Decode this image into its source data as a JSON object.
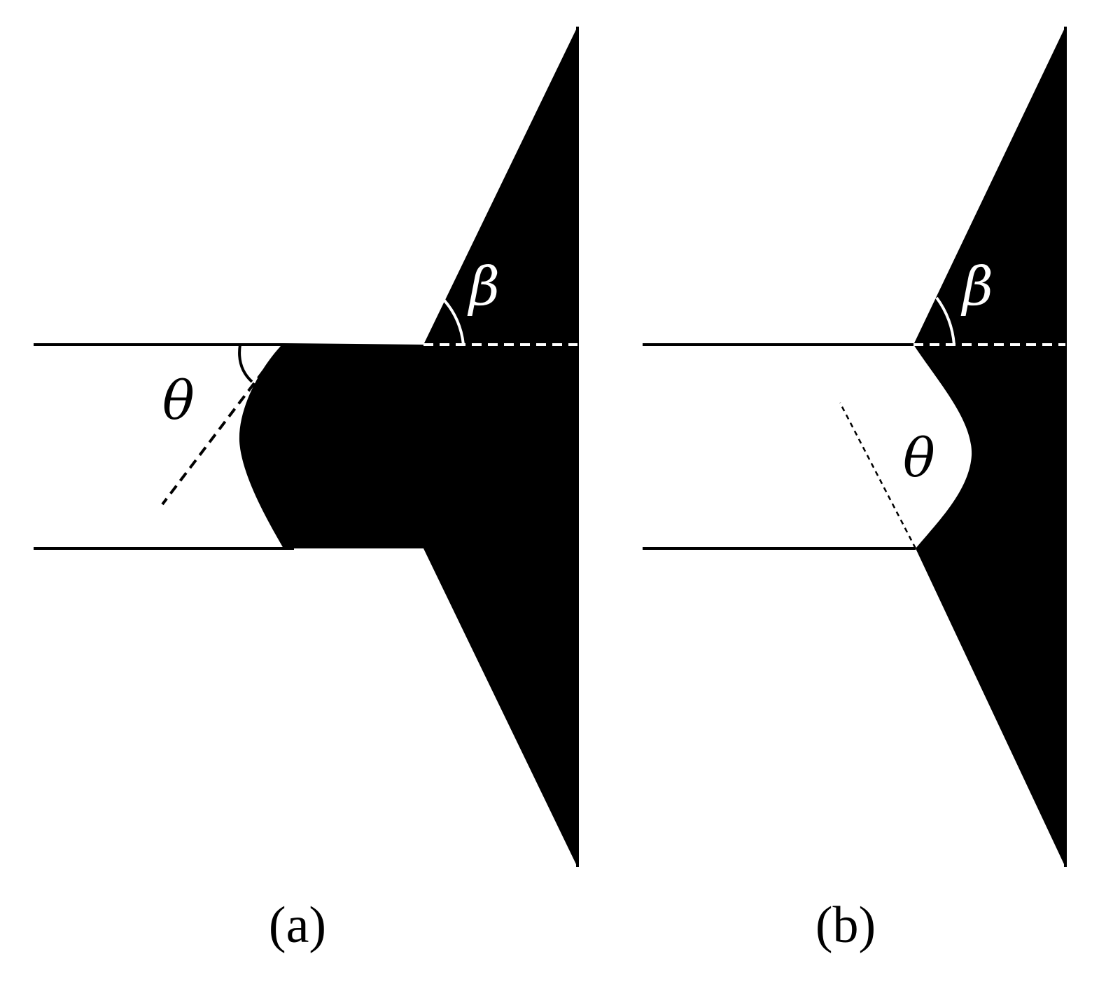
{
  "panels": [
    {
      "caption": "(a)",
      "angle_labels": {
        "beta": "β",
        "theta": "θ"
      }
    },
    {
      "caption": "(b)",
      "angle_labels": {
        "beta": "β",
        "theta": "θ"
      }
    }
  ],
  "colors": {
    "fill": "#000000",
    "background": "#ffffff",
    "dash_on_fill": "#ffffff"
  }
}
